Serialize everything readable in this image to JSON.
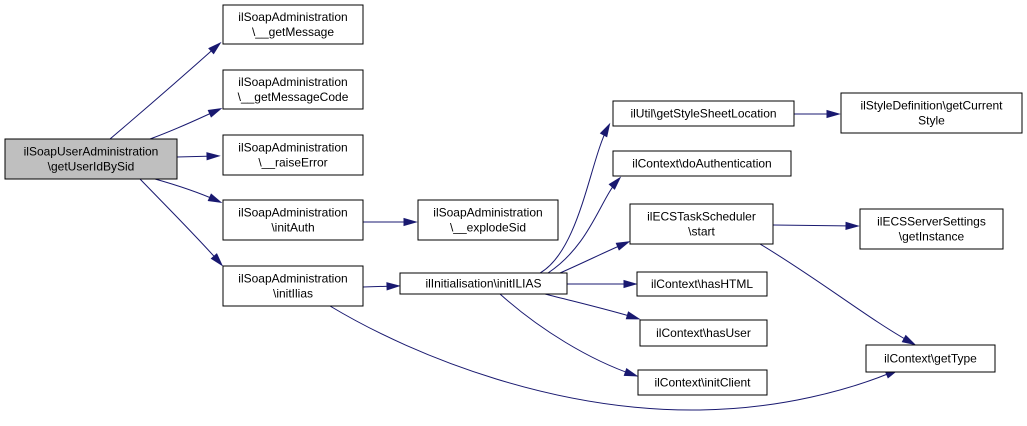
{
  "colors": {
    "edge": "#191970",
    "node_fill": "#ffffff",
    "root_fill": "#bfbfbf",
    "border": "#000000"
  },
  "nodes": [
    {
      "id": "root",
      "lines": [
        "ilSoapUserAdministration",
        "\\getUserIdBySid"
      ],
      "highlight": true
    },
    {
      "id": "getMessage",
      "lines": [
        "ilSoapAdministration",
        "\\__getMessage"
      ]
    },
    {
      "id": "getMessageCode",
      "lines": [
        "ilSoapAdministration",
        "\\__getMessageCode"
      ]
    },
    {
      "id": "raiseError",
      "lines": [
        "ilSoapAdministration",
        "\\__raiseError"
      ]
    },
    {
      "id": "initAuth",
      "lines": [
        "ilSoapAdministration",
        "\\initAuth"
      ]
    },
    {
      "id": "initIlias",
      "lines": [
        "ilSoapAdministration",
        "\\initIlias"
      ]
    },
    {
      "id": "explodeSid",
      "lines": [
        "ilSoapAdministration",
        "\\__explodeSid"
      ]
    },
    {
      "id": "initILIAS",
      "lines": [
        "ilInitialisation\\initILIAS"
      ]
    },
    {
      "id": "getStyleSheetLocation",
      "lines": [
        "ilUtil\\getStyleSheetLocation"
      ]
    },
    {
      "id": "doAuthentication",
      "lines": [
        "ilContext\\doAuthentication"
      ]
    },
    {
      "id": "ecsStart",
      "lines": [
        "ilECSTaskScheduler",
        "\\start"
      ]
    },
    {
      "id": "hasHTML",
      "lines": [
        "ilContext\\hasHTML"
      ]
    },
    {
      "id": "hasUser",
      "lines": [
        "ilContext\\hasUser"
      ]
    },
    {
      "id": "initClient",
      "lines": [
        "ilContext\\initClient"
      ]
    },
    {
      "id": "getCurrentStyle",
      "lines": [
        "ilStyleDefinition\\getCurrent",
        "Style"
      ]
    },
    {
      "id": "getInstance",
      "lines": [
        "ilECSServerSettings",
        "\\getInstance"
      ]
    },
    {
      "id": "getType",
      "lines": [
        "ilContext\\getType"
      ]
    }
  ],
  "edges": [
    [
      "root",
      "getMessage"
    ],
    [
      "root",
      "getMessageCode"
    ],
    [
      "root",
      "raiseError"
    ],
    [
      "root",
      "initAuth"
    ],
    [
      "root",
      "initIlias"
    ],
    [
      "initAuth",
      "explodeSid"
    ],
    [
      "initIlias",
      "initILIAS"
    ],
    [
      "initIlias",
      "getType"
    ],
    [
      "initILIAS",
      "getStyleSheetLocation"
    ],
    [
      "initILIAS",
      "doAuthentication"
    ],
    [
      "initILIAS",
      "ecsStart"
    ],
    [
      "initILIAS",
      "hasHTML"
    ],
    [
      "initILIAS",
      "hasUser"
    ],
    [
      "initILIAS",
      "initClient"
    ],
    [
      "getStyleSheetLocation",
      "getCurrentStyle"
    ],
    [
      "ecsStart",
      "getInstance"
    ],
    [
      "ecsStart",
      "getType"
    ]
  ]
}
